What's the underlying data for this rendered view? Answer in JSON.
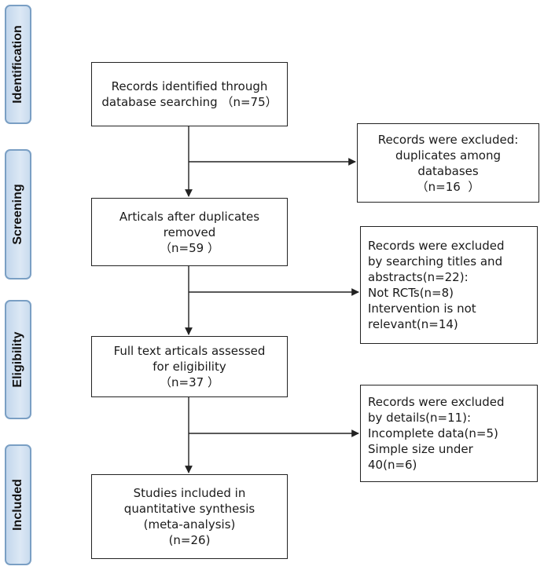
{
  "phases": {
    "identification": "Identification",
    "screening": "Screening",
    "eligibility": "Eligibility",
    "included": "Included"
  },
  "boxes": {
    "identified": [
      "Records identified through",
      "database searching （n=75）"
    ],
    "excluded_duplicates": [
      "Records were excluded:",
      "duplicates among",
      "databases",
      "（n=16  ）"
    ],
    "after_duplicates": [
      "Articals after duplicates",
      "removed",
      "（n=59 ）"
    ],
    "excluded_titles": [
      "Records were excluded",
      "by searching titles and",
      "abstracts(n=22):",
      "Not RCTs(n=8)",
      "Intervention is not",
      "relevant(n=14)"
    ],
    "full_text": [
      "Full text articals assessed",
      "for eligibility",
      "（n=37 ）"
    ],
    "excluded_details": [
      "Records were excluded",
      "by details(n=11):",
      "Incomplete data(n=5)",
      "Simple size under",
      "40(n=6)"
    ],
    "included": [
      "Studies included in",
      "quantitative synthesis",
      "(meta-analysis)",
      "(n=26)"
    ]
  }
}
